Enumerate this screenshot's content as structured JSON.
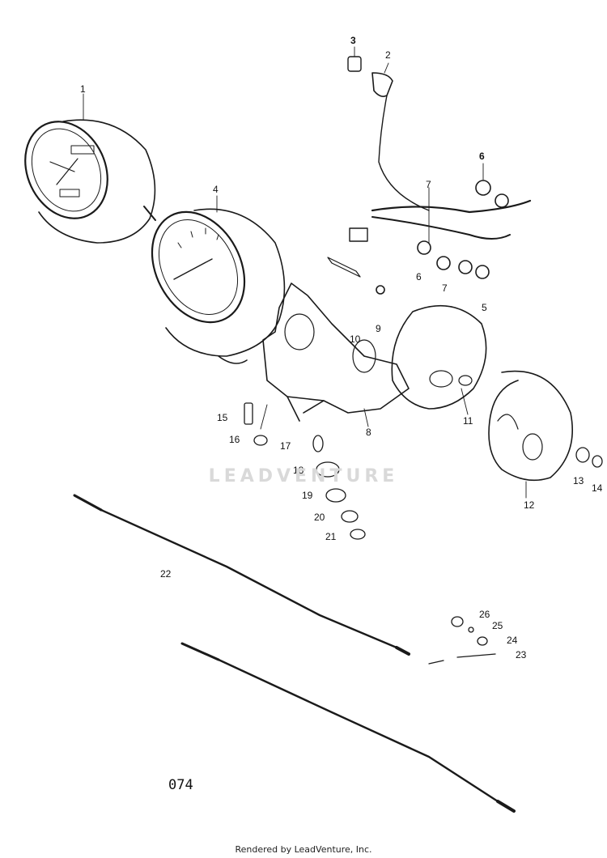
{
  "diagram": {
    "watermark_text": "LEADVENTURE",
    "page_code": "074",
    "footer": "Rendered by LeadVenture, Inc.",
    "callouts": [
      "1",
      "2",
      "3",
      "4",
      "5",
      "6",
      "6",
      "7",
      "7",
      "8",
      "9",
      "10",
      "11",
      "12",
      "13",
      "14",
      "15",
      "16",
      "17",
      "18",
      "19",
      "20",
      "21",
      "22",
      "23",
      "24",
      "25",
      "26"
    ]
  }
}
